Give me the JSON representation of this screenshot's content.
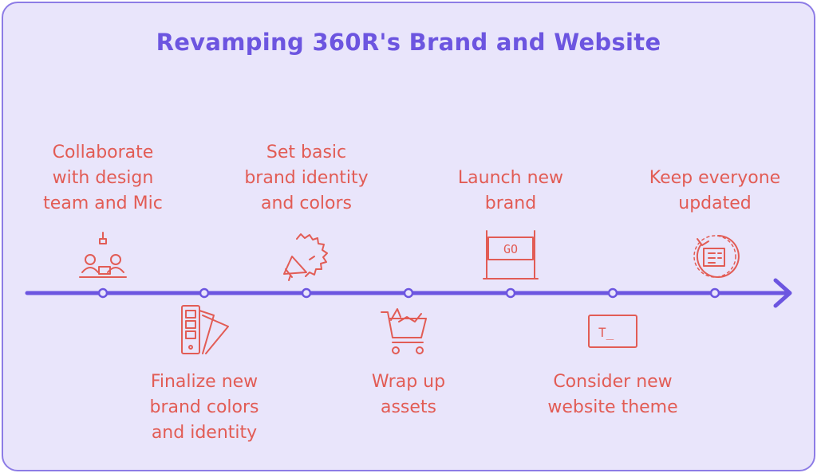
{
  "title": "Revamping 360R's Brand and Website",
  "colors": {
    "background": "#e9e5fb",
    "border": "#8d7ce6",
    "accent": "#6c55e0",
    "text": "#e25c55"
  },
  "milestones": [
    {
      "label": "Collaborate\nwith design\nteam and Mic",
      "icon": "team-meeting-icon",
      "position": "above"
    },
    {
      "label": "Finalize new\nbrand colors\nand identity",
      "icon": "color-swatch-icon",
      "position": "below"
    },
    {
      "label": "Set basic\nbrand identity\nand colors",
      "icon": "megaphone-icon",
      "position": "above"
    },
    {
      "label": "Wrap up\nassets",
      "icon": "shopping-cart-icon",
      "position": "below"
    },
    {
      "label": "Launch new\nbrand",
      "icon": "go-sign-icon",
      "position": "above"
    },
    {
      "label": "Consider new\nwebsite theme",
      "icon": "terminal-icon",
      "position": "below"
    },
    {
      "label": "Keep everyone\nupdated",
      "icon": "refresh-news-icon",
      "position": "above"
    }
  ],
  "go_sign_text": "GO",
  "terminal_text": "T_"
}
